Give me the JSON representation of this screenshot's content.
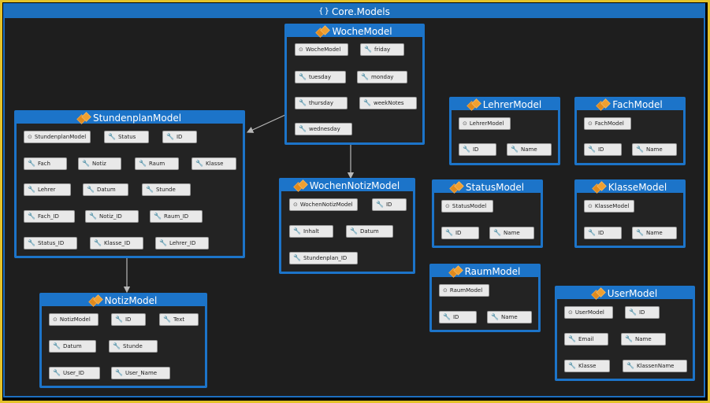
{
  "namespace": {
    "title": "Core.Models",
    "icon": "namespace-icon"
  },
  "icons": {
    "class": "class-icon",
    "constructor": "constructor-icon",
    "property": "wrench-icon"
  },
  "colors": {
    "frame": "#e3c22a",
    "header": "#1c74c9",
    "background": "#1e1e1e",
    "member": "#e9e9e9"
  },
  "classes": {
    "woche": {
      "title": "WocheModel",
      "members": [
        "WocheModel",
        "friday",
        "tuesday",
        "monday",
        "thursday",
        "weekNotes",
        "wednesday"
      ]
    },
    "stundenplan": {
      "title": "StundenplanModel",
      "members": [
        "StundenplanModel",
        "Status",
        "ID",
        "Fach",
        "Notiz",
        "Raum",
        "Klasse",
        "Lehrer",
        "Datum",
        "Stunde",
        "Fach_ID",
        "Notiz_ID",
        "Raum_ID",
        "Status_ID",
        "Klasse_ID",
        "Lehrer_ID"
      ]
    },
    "wochennotiz": {
      "title": "WochenNotizModel",
      "members": [
        "WochenNotizModel",
        "ID",
        "Inhalt",
        "Datum",
        "Stundenplan_ID"
      ]
    },
    "lehrer": {
      "title": "LehrerModel",
      "members": [
        "LehrerModel",
        "ID",
        "Name"
      ]
    },
    "fach": {
      "title": "FachModel",
      "members": [
        "FachModel",
        "ID",
        "Name"
      ]
    },
    "status": {
      "title": "StatusModel",
      "members": [
        "StatusModel",
        "ID",
        "Name"
      ]
    },
    "klasse": {
      "title": "KlasseModel",
      "members": [
        "KlasseModel",
        "ID",
        "Name"
      ]
    },
    "raum": {
      "title": "RaumModel",
      "members": [
        "RaumModel",
        "ID",
        "Name"
      ]
    },
    "notiz": {
      "title": "NotizModel",
      "members": [
        "NotizModel",
        "ID",
        "Text",
        "Datum",
        "Stunde",
        "User_ID",
        "User_Name"
      ]
    },
    "user": {
      "title": "UserModel",
      "members": [
        "UserModel",
        "ID",
        "Email",
        "Name",
        "Klasse",
        "KlassenName"
      ]
    }
  }
}
